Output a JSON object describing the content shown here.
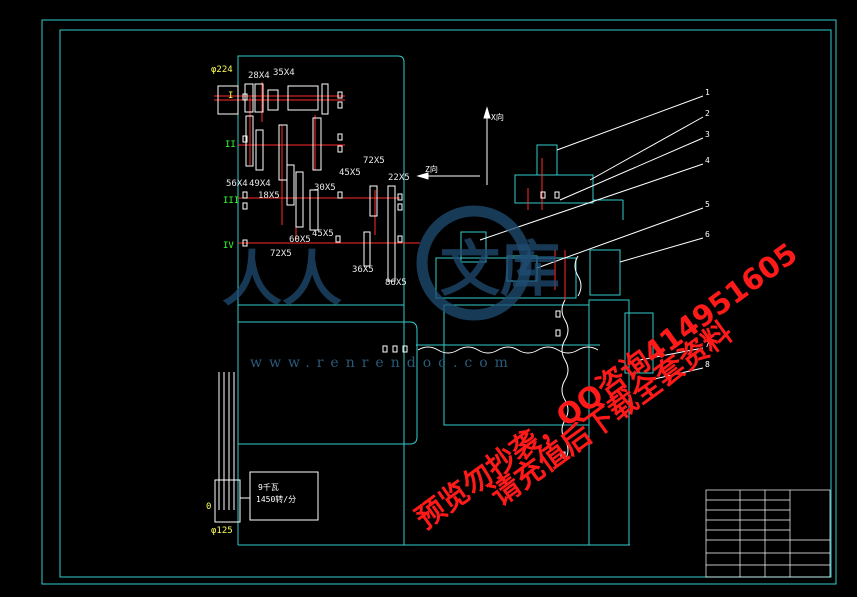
{
  "labels": {
    "phi224": "φ224",
    "phi125": "φ125",
    "zero": "0",
    "g28x4": "28X4",
    "g35x4": "35X4",
    "g56x4": "56X4",
    "g49x4": "49X4",
    "g18x5": "18X5",
    "g30x5": "30X5",
    "g45x5a": "45X5",
    "g72x5a": "72X5",
    "g22x5": "22X5",
    "g60x5": "60X5",
    "g45x5b": "45X5",
    "g72x5b": "72X5",
    "g36x5": "36X5",
    "g86x5": "86X5",
    "shaft_i": "I",
    "shaft_ii": "II",
    "shaft_iii": "III",
    "shaft_iv": "IV",
    "x_dir": "X向",
    "z_dir": "Z向",
    "motor_power": "9千瓦",
    "motor_speed": "1450转/分",
    "callouts": [
      "1",
      "2",
      "3",
      "4",
      "5",
      "6",
      "7",
      "8"
    ]
  },
  "watermark": {
    "line1": "预览勿抄袭，QQ咨询414951605",
    "line2": "请充值后下载全套资料",
    "site": "www.renrendoc.com",
    "logo_left": "人人",
    "logo_right": "文库"
  },
  "colors": {
    "frame": "#33cccc",
    "red": "#ff2a2a",
    "yellow": "#ffff55",
    "green": "#33ff33",
    "white": "#ffffff"
  }
}
